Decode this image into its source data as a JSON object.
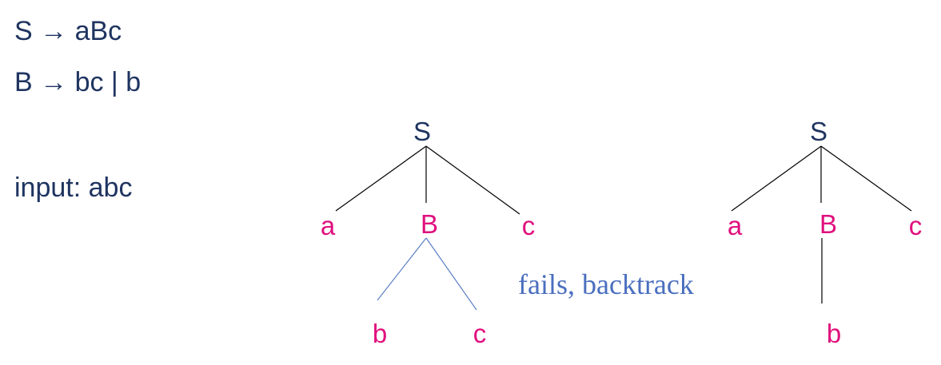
{
  "grammar": {
    "rule1": "S → aBc",
    "rule2": "B → bc  |  b"
  },
  "input_label": "input: abc",
  "tree_left": {
    "root": "S",
    "children": [
      "a",
      "B",
      "c"
    ],
    "grandchildren": [
      "b",
      "c"
    ]
  },
  "note": "fails, backtrack",
  "tree_right": {
    "root": "S",
    "children": [
      "a",
      "B",
      "c"
    ],
    "grandchildren": [
      "b"
    ]
  },
  "colors": {
    "nonterminal_root": "#1f3460",
    "terminal_label": "#e0107e",
    "failed_edge": "#5b7fc4",
    "note_text": "#4a6fbf"
  }
}
